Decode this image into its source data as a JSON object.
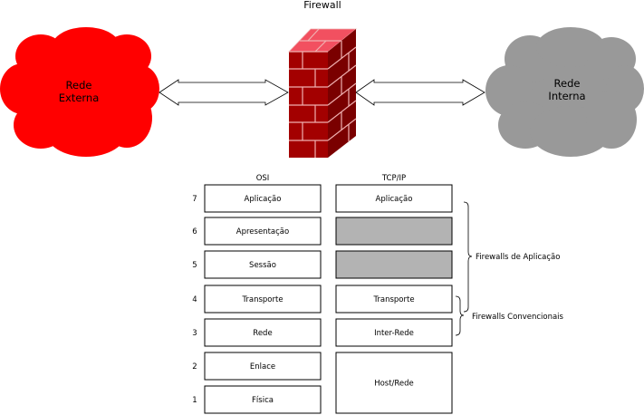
{
  "title": "Firewall",
  "clouds": {
    "external": {
      "line1": "Rede",
      "line2": "Externa",
      "color": "#ff0000"
    },
    "internal": {
      "line1": "Rede",
      "line2": "Interna",
      "color": "#999999"
    }
  },
  "firewall": {
    "front": "#a30000",
    "side": "#7a0000",
    "top": "#f25060",
    "mortar": "#f0b0b0"
  },
  "headers": {
    "osi": "OSI",
    "tcpip": "TCP/IP"
  },
  "layers": [
    {
      "num": "7",
      "osi": "Aplicação",
      "tcpip": "Aplicação"
    },
    {
      "num": "6",
      "osi": "Apresentação",
      "tcpip": ""
    },
    {
      "num": "5",
      "osi": "Sessão",
      "tcpip": ""
    },
    {
      "num": "4",
      "osi": "Transporte",
      "tcpip": "Transporte"
    },
    {
      "num": "3",
      "osi": "Rede",
      "tcpip": "Inter-Rede"
    },
    {
      "num": "2",
      "osi": "Enlace"
    },
    {
      "num": "1",
      "osi": "Física"
    }
  ],
  "host_rede": "Host/Rede",
  "empty_fill": "#b3b3b3",
  "braces": {
    "application": "Firewalls de Aplicação",
    "conventional": "Firewalls Convencionais"
  }
}
